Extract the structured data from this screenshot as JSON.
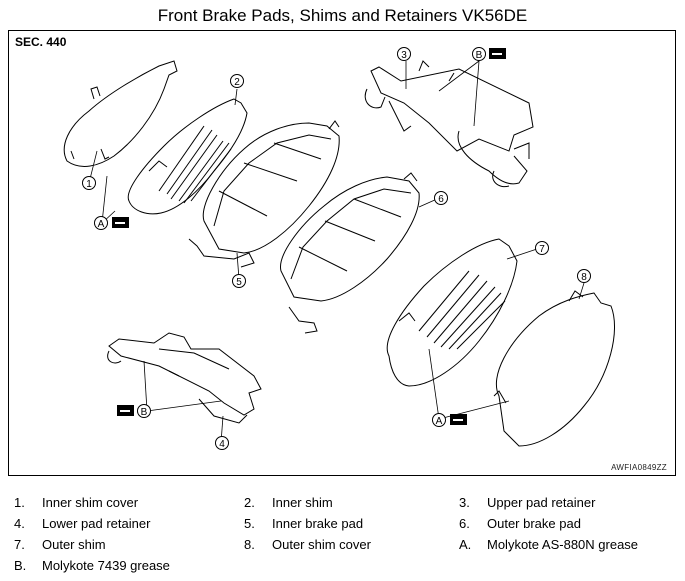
{
  "title": "Front Brake Pads, Shims and Retainers VK56DE",
  "section": "SEC. 440",
  "figure_code": "AWFIA0849ZZ",
  "callouts": {
    "c1": "1",
    "c2": "2",
    "c3": "3",
    "c4": "4",
    "c5": "5",
    "c6": "6",
    "c7": "7",
    "c8": "8",
    "a": "A",
    "b": "B"
  },
  "legend": [
    {
      "key": "1.",
      "label": "Inner shim cover"
    },
    {
      "key": "2.",
      "label": "Inner shim"
    },
    {
      "key": "3.",
      "label": "Upper pad retainer"
    },
    {
      "key": "4.",
      "label": "Lower pad retainer"
    },
    {
      "key": "5.",
      "label": "Inner brake pad"
    },
    {
      "key": "6.",
      "label": "Outer brake pad"
    },
    {
      "key": "7.",
      "label": "Outer shim"
    },
    {
      "key": "8.",
      "label": "Outer shim cover"
    },
    {
      "key": "A.",
      "label": "Molykote AS-880N grease"
    },
    {
      "key": "B.",
      "label": "Molykote 7439 grease"
    }
  ]
}
